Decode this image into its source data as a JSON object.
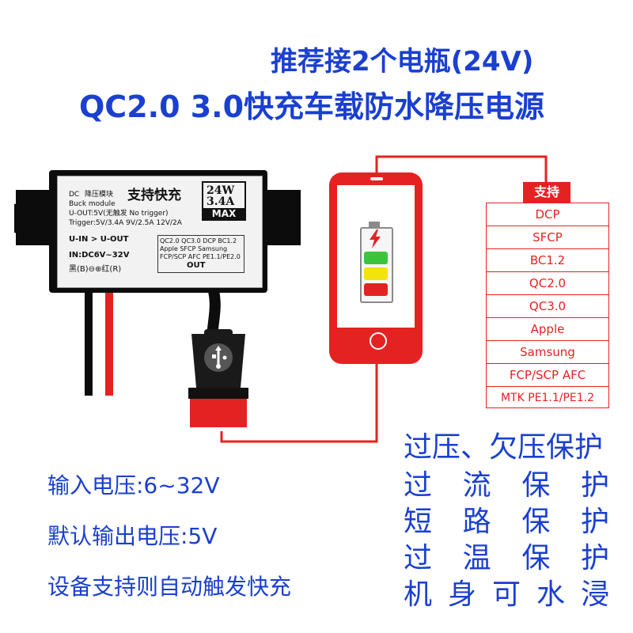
{
  "title": {
    "line1": "推荐接2个电瓶(24V)",
    "line2": "QC2.0 3.0快充车载防水降压电源"
  },
  "module": {
    "label_dc": "DC",
    "label_buck_cn": "降压模块",
    "label_buck_en": "Buck module",
    "label_support": "支持快充",
    "label_uout": "U-OUT:5V(无触发 No trigger)",
    "label_trigger": "Trigger:5V/3.4A  9V/2.5A 12V/2A",
    "label_uin_uout": "U-IN > U-OUT",
    "label_in_range": "IN:DC6V~32V",
    "label_polarity": "黑(B)⊖⊕红(R)",
    "badge_power": "24W",
    "badge_current": "3.4A",
    "badge_max": "MAX",
    "protocols_line1": "QC2.0  QC3.0  DCP  BC1.2",
    "protocols_line2": "Apple   SFCP   Samsung",
    "protocols_line3": "FCP/SCP AFC  PE1.1/PE2.0",
    "protocols_out": "OUT"
  },
  "support": {
    "header": "支持",
    "items": [
      "DCP",
      "SFCP",
      "BC1.2",
      "QC2.0",
      "QC3.0",
      "Apple",
      "Samsung",
      "FCP/SCP AFC",
      "MTK PE1.1/PE1.2"
    ]
  },
  "specs": {
    "input": "输入电压:6~32V",
    "output": "默认输出电压:5V",
    "auto": "设备支持则自动触发快充"
  },
  "features": {
    "line1": "过压、欠压保护",
    "line2": [
      "过",
      "流",
      "保",
      "护"
    ],
    "line3": [
      "短",
      "路",
      "保",
      "护"
    ],
    "line4": [
      "过",
      "温",
      "保",
      "护"
    ],
    "line5": [
      "机",
      "身",
      "可",
      "水",
      "浸"
    ]
  },
  "colors": {
    "accent_blue": "#1a3fd1",
    "accent_red": "#e52222",
    "battery_green": "#3cc43c",
    "battery_yellow": "#f2e30c",
    "battery_red": "#e52222"
  },
  "icons": [
    "usb-icon",
    "lightning-icon",
    "battery-icon",
    "phone-icon"
  ]
}
